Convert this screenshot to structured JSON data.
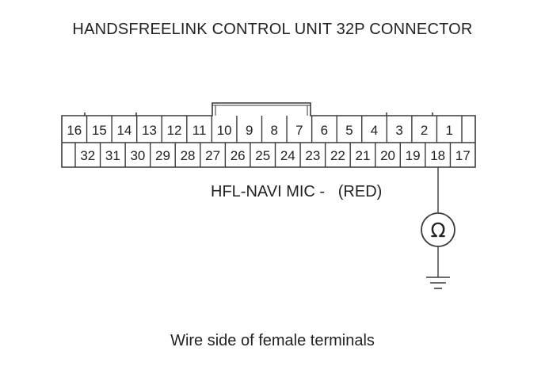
{
  "title": "HANDSFREELINK CONTROL UNIT 32P CONNECTOR",
  "caption": "Wire side of female terminals",
  "connector": {
    "top_row": [
      "16",
      "15",
      "14",
      "13",
      "12",
      "11",
      "10",
      "9",
      "8",
      "7",
      "6",
      "5",
      "4",
      "3",
      "2",
      "1"
    ],
    "bottom_row": [
      "32",
      "31",
      "30",
      "29",
      "28",
      "27",
      "26",
      "25",
      "24",
      "23",
      "22",
      "21",
      "20",
      "19",
      "18",
      "17"
    ]
  },
  "probe": {
    "terminal": "18",
    "wire_label": "HFL-NAVI MIC -",
    "wire_color": "(RED)",
    "meter_symbol": "Ω",
    "ground_symbol": "ground-symbol"
  },
  "colors": {
    "line": "#3a3a3a",
    "text": "#222222",
    "background": "#ffffff"
  }
}
